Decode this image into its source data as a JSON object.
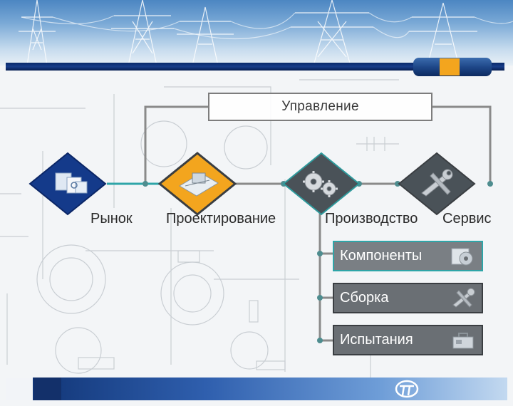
{
  "management": {
    "label": "Управление"
  },
  "stages": [
    {
      "label": "Рынок",
      "icon": "building-blocks-icon",
      "color": "#143a8a"
    },
    {
      "label": "Проектирование",
      "icon": "blueprint-icon",
      "color": "#f3a51e"
    },
    {
      "label": "Производство",
      "icon": "gears-icon",
      "color": "#4a5258"
    },
    {
      "label": "Сервис",
      "icon": "wrench-icon",
      "color": "#4a5258"
    }
  ],
  "production_steps": [
    {
      "label": "Компоненты",
      "icon": "components-icon"
    },
    {
      "label": "Сборка",
      "icon": "wrench-icon"
    },
    {
      "label": "Испытания",
      "icon": "toolbox-icon"
    }
  ],
  "colors": {
    "active_flow": "#2ea5a8",
    "connector": "#8a8a8a",
    "band": "#0a2a6a",
    "accent": "#f3a51e"
  }
}
